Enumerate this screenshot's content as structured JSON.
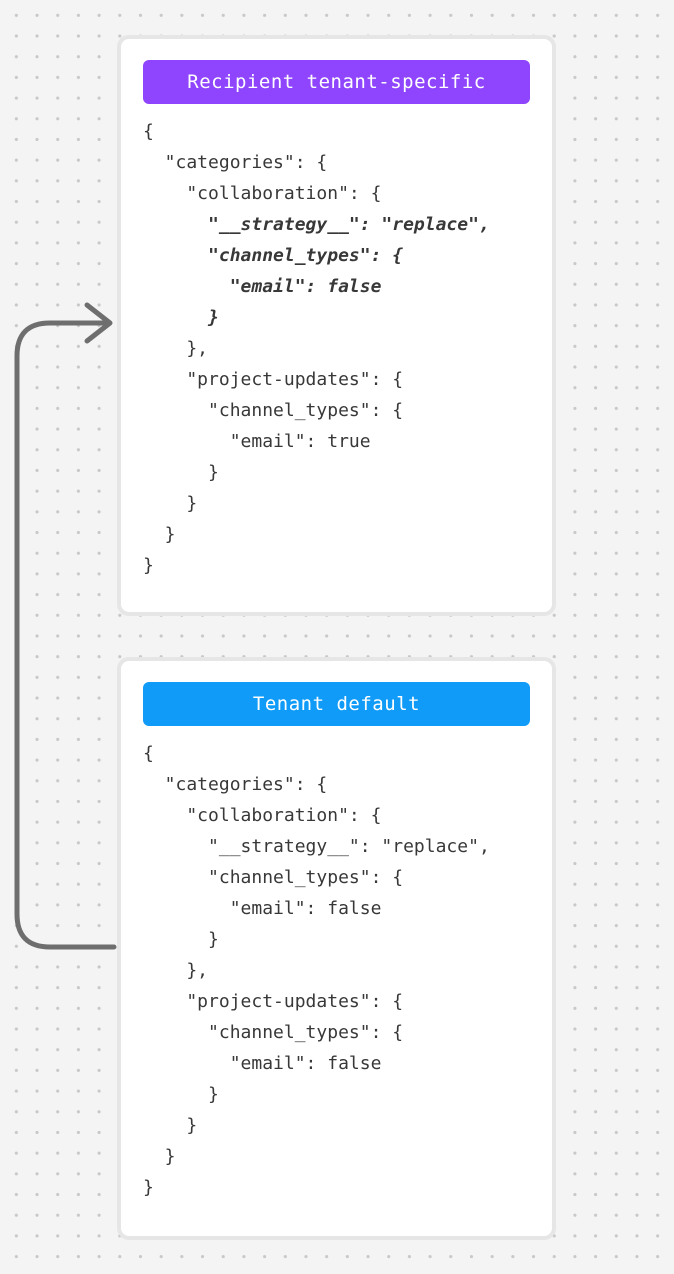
{
  "canvas": {
    "background_color": "#f4f4f4",
    "dot_color": "#c8c8c8"
  },
  "arrow": {
    "color": "#6e6e6e",
    "description": "curved arrow from Tenant default card pointing into Recipient tenant-specific card"
  },
  "cards": [
    {
      "header_label": "Recipient tenant-specific",
      "header_color": "#8f45fd",
      "header_text_color": "#ffffff",
      "code_lines": [
        {
          "text": "{",
          "emphasized": false
        },
        {
          "text": "  \"categories\": {",
          "emphasized": false
        },
        {
          "text": "    \"collaboration\": {",
          "emphasized": false
        },
        {
          "text": "      \"__strategy__\": \"replace\",",
          "emphasized": true
        },
        {
          "text": "      \"channel_types\": {",
          "emphasized": true
        },
        {
          "text": "        \"email\": false",
          "emphasized": true
        },
        {
          "text": "      }",
          "emphasized": true
        },
        {
          "text": "    },",
          "emphasized": false
        },
        {
          "text": "    \"project-updates\": {",
          "emphasized": false
        },
        {
          "text": "      \"channel_types\": {",
          "emphasized": false
        },
        {
          "text": "        \"email\": true",
          "emphasized": false
        },
        {
          "text": "      }",
          "emphasized": false
        },
        {
          "text": "    }",
          "emphasized": false
        },
        {
          "text": "  }",
          "emphasized": false
        },
        {
          "text": "}",
          "emphasized": false
        }
      ]
    },
    {
      "header_label": "Tenant default",
      "header_color": "#0f9bf7",
      "header_text_color": "#ffffff",
      "code_lines": [
        {
          "text": "{",
          "emphasized": false
        },
        {
          "text": "  \"categories\": {",
          "emphasized": false
        },
        {
          "text": "    \"collaboration\": {",
          "emphasized": false
        },
        {
          "text": "      \"__strategy__\": \"replace\",",
          "emphasized": false
        },
        {
          "text": "      \"channel_types\": {",
          "emphasized": false
        },
        {
          "text": "        \"email\": false",
          "emphasized": false
        },
        {
          "text": "      }",
          "emphasized": false
        },
        {
          "text": "    },",
          "emphasized": false
        },
        {
          "text": "    \"project-updates\": {",
          "emphasized": false
        },
        {
          "text": "      \"channel_types\": {",
          "emphasized": false
        },
        {
          "text": "        \"email\": false",
          "emphasized": false
        },
        {
          "text": "      }",
          "emphasized": false
        },
        {
          "text": "    }",
          "emphasized": false
        },
        {
          "text": "  }",
          "emphasized": false
        },
        {
          "text": "}",
          "emphasized": false
        }
      ]
    }
  ]
}
